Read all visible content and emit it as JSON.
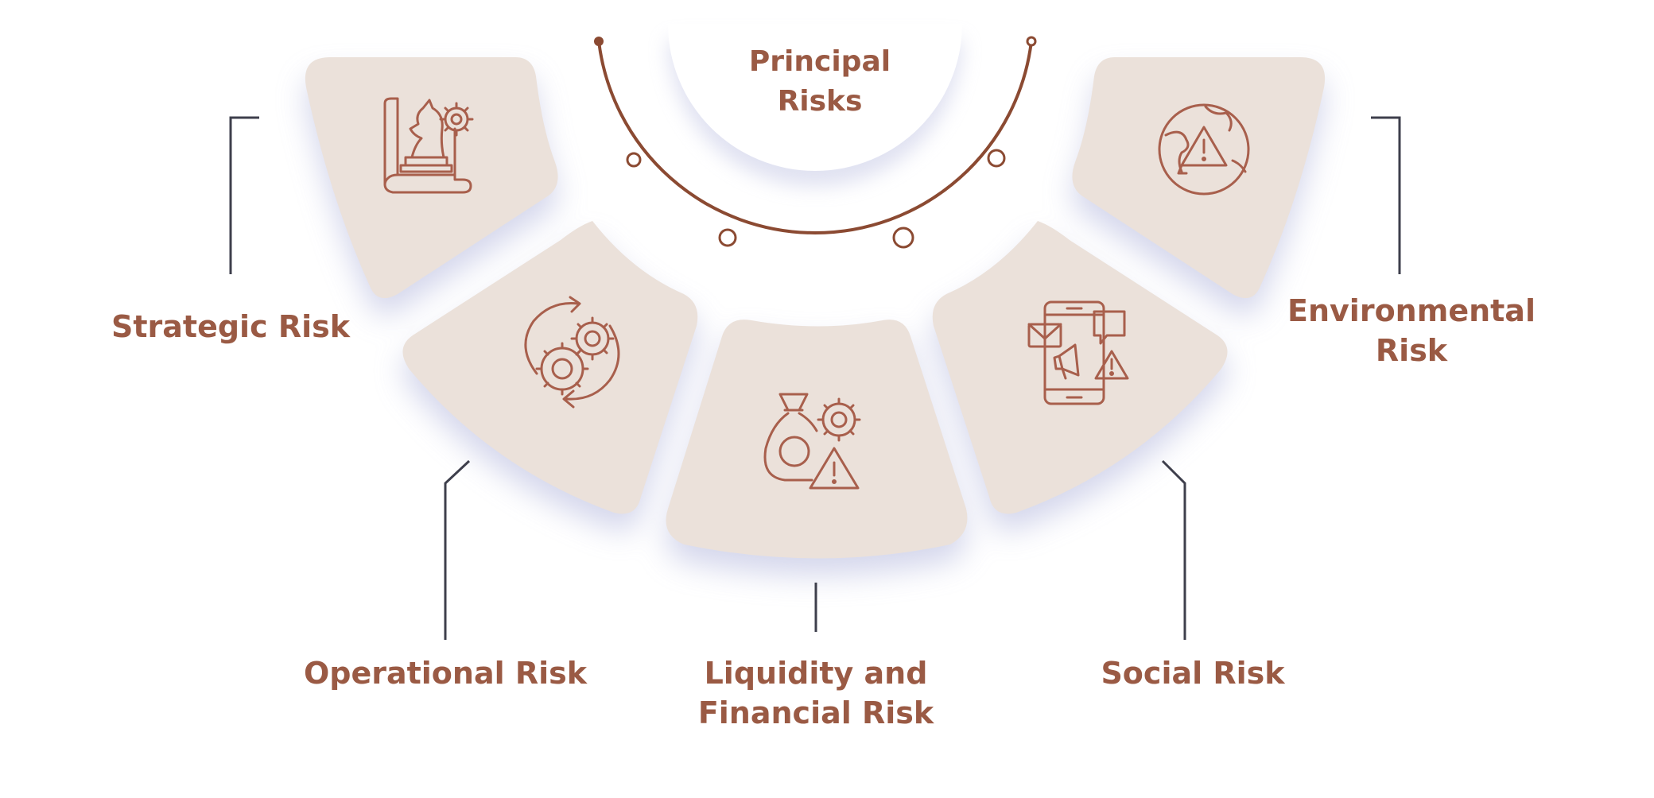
{
  "colors": {
    "accent": "#8b4a32",
    "text": "#9a5a44",
    "icon": "#a85f4c",
    "segment_fill": "#ebe1da",
    "connector": "#3e3f4c",
    "shadow": "#c7cae6",
    "background": "#ffffff"
  },
  "center": {
    "title_line1": "Principal",
    "title_line2": "Risks"
  },
  "segments": [
    {
      "id": "strategic",
      "icon": "chess-knight-strategy-icon",
      "label_line1": "Strategic Risk",
      "label_line2": ""
    },
    {
      "id": "operational",
      "icon": "gears-cycle-icon",
      "label_line1": "Operational Risk",
      "label_line2": ""
    },
    {
      "id": "liquidity",
      "icon": "money-bag-warning-icon",
      "label_line1": "Liquidity and",
      "label_line2": "Financial Risk"
    },
    {
      "id": "social",
      "icon": "smartphone-social-alert-icon",
      "label_line1": "Social Risk",
      "label_line2": ""
    },
    {
      "id": "environmental",
      "icon": "globe-warning-icon",
      "label_line1": "Environmental",
      "label_line2": "Risk"
    }
  ]
}
